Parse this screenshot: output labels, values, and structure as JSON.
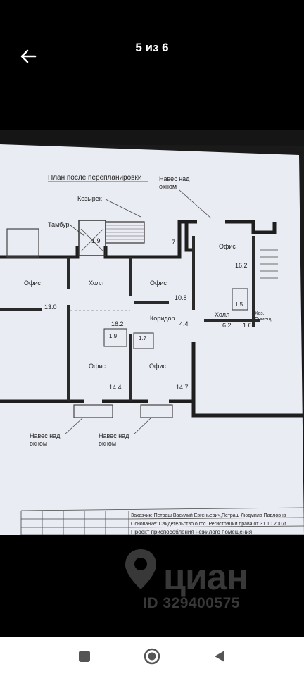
{
  "header": {
    "counter": "5 из 6",
    "back_icon": "arrow-left-icon"
  },
  "plan": {
    "title": "План после перепланировки",
    "labels": {
      "naves_top": "Навес над",
      "naves_top2": "окном",
      "kozyrek": "Козырек",
      "tambur": "Тамбур",
      "tambur_area": "1.9",
      "area_71": "7.1",
      "office_left": "Офис",
      "holl_left": "Холл",
      "office_mid": "Офис",
      "office_right": "Офис",
      "area_162r": "16.2",
      "area_130": "13.0",
      "area_108": "10.8",
      "koridor": "Коридор",
      "area_162": "16.2",
      "area_44": "4.4",
      "holl_right": "Холл",
      "area_62": "6.2",
      "area_15": "1.5",
      "area_16": "1.6",
      "hoz1": "Хоз.",
      "hoz2": "Помещ",
      "area_19": "1.9",
      "area_17": "1.7",
      "office_bl": "Офис",
      "office_br": "Офис",
      "area_144": "14.4",
      "area_147": "14.7",
      "naves_bl1": "Навес над",
      "naves_bl2": "окном",
      "naves_bm1": "Навес над",
      "naves_bm2": "окном"
    },
    "stamp": {
      "line1": "Заказчик: Петраш Василий Евгеньевич,Петраш Людмила Павловна",
      "line2": "Основание: Свидетельство о гос. Регистрации права от 31.10.2007г.",
      "line3": "Проект приспособления нежилого помещения"
    }
  },
  "watermark": {
    "brand": "циан",
    "id": "ID 329400575",
    "icon": "location-pin-icon"
  },
  "navbar": {
    "recent_icon": "square-icon",
    "home_icon": "circle-home-icon",
    "back_icon": "triangle-back-icon"
  }
}
